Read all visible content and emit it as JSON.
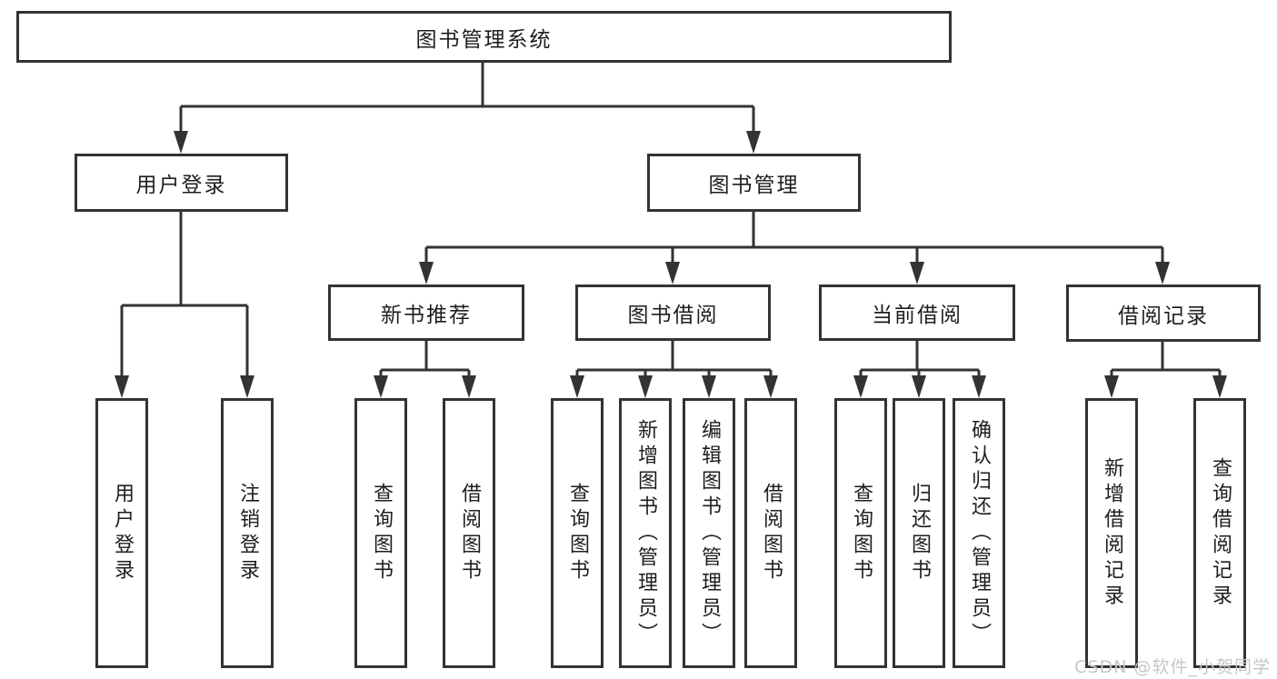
{
  "colors": {
    "line": "#333333",
    "box_border": "#333333",
    "text": "#1e1e1e",
    "watermark": "#c6c6c6",
    "background": "#ffffff"
  },
  "watermark": {
    "text": "CSDN @软件_小贺同学"
  },
  "tree": {
    "root": {
      "label": "图书管理系统"
    },
    "children": [
      {
        "label": "用户登录",
        "children": [
          {
            "label": "用户登录"
          },
          {
            "label": "注销登录"
          }
        ]
      },
      {
        "label": "图书管理",
        "children": [
          {
            "label": "新书推荐",
            "children": [
              {
                "label": "查询图书"
              },
              {
                "label": "借阅图书"
              }
            ]
          },
          {
            "label": "图书借阅",
            "children": [
              {
                "label": "查询图书"
              },
              {
                "label": "新增图书（管理员）"
              },
              {
                "label": "编辑图书（管理员）"
              },
              {
                "label": "借阅图书"
              }
            ]
          },
          {
            "label": "当前借阅",
            "children": [
              {
                "label": "查询图书"
              },
              {
                "label": "归还图书"
              },
              {
                "label": "确认归还（管理员）"
              }
            ]
          },
          {
            "label": "借阅记录",
            "children": [
              {
                "label": "新增借阅记录"
              },
              {
                "label": "查询借阅记录"
              }
            ]
          }
        ]
      }
    ]
  }
}
